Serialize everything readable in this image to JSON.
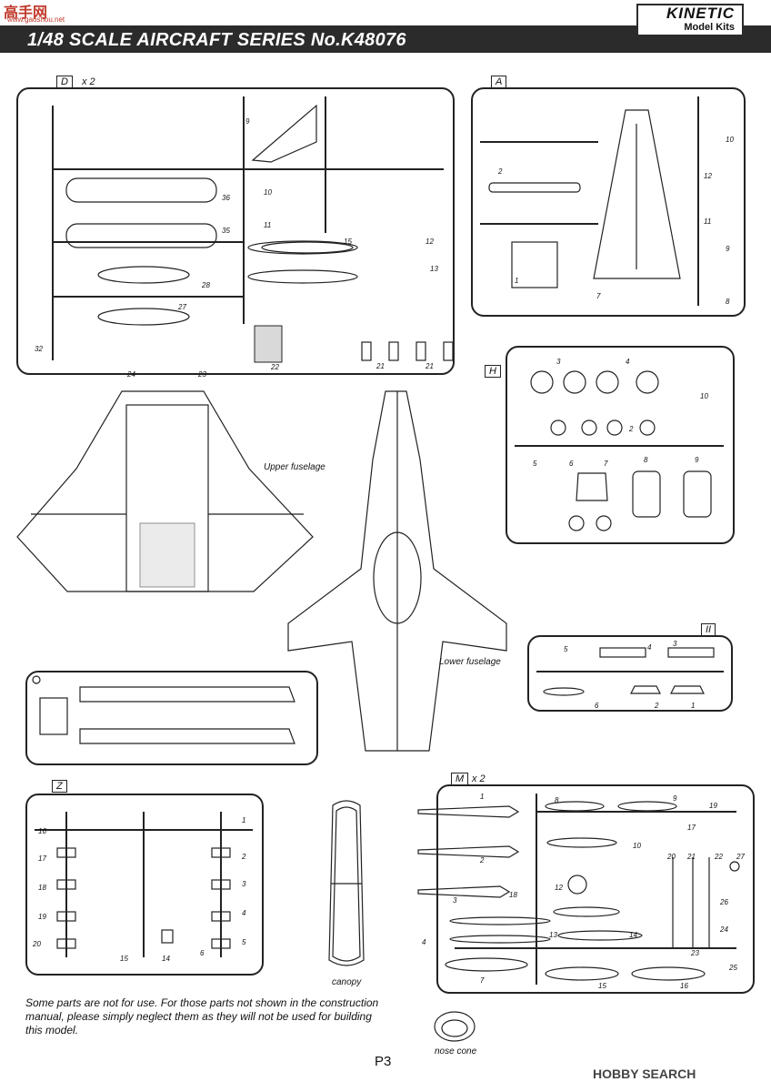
{
  "header": {
    "watermark_cn": "高手网",
    "watermark_url": "www.gaoshou.net",
    "title": "1/48 SCALE AIRCRAFT SERIES No.K48076",
    "brand_name": "KINETIC",
    "brand_sub": "Model Kits"
  },
  "sprues": {
    "D": {
      "tag": "D",
      "multiplier": "x 2"
    },
    "A": {
      "tag": "A"
    },
    "H": {
      "tag": "H"
    },
    "II": {
      "tag": "II"
    },
    "Z": {
      "tag": "Z"
    },
    "M": {
      "tag": "M",
      "multiplier": "x 2"
    }
  },
  "captions": {
    "upper_fuselage": "Upper fuselage",
    "lower_fuselage": "Lower fuselage",
    "canopy": "canopy",
    "nose_cone": "nose cone"
  },
  "note": "Some parts are not for use. For those parts not shown in the construction manual, please simply neglect them as they will not be used for building this model.",
  "footer": {
    "page": "P3",
    "source": "HOBBY SEARCH"
  },
  "colors": {
    "header_bar": "#2b2b2b",
    "watermark": "#c0392b"
  }
}
